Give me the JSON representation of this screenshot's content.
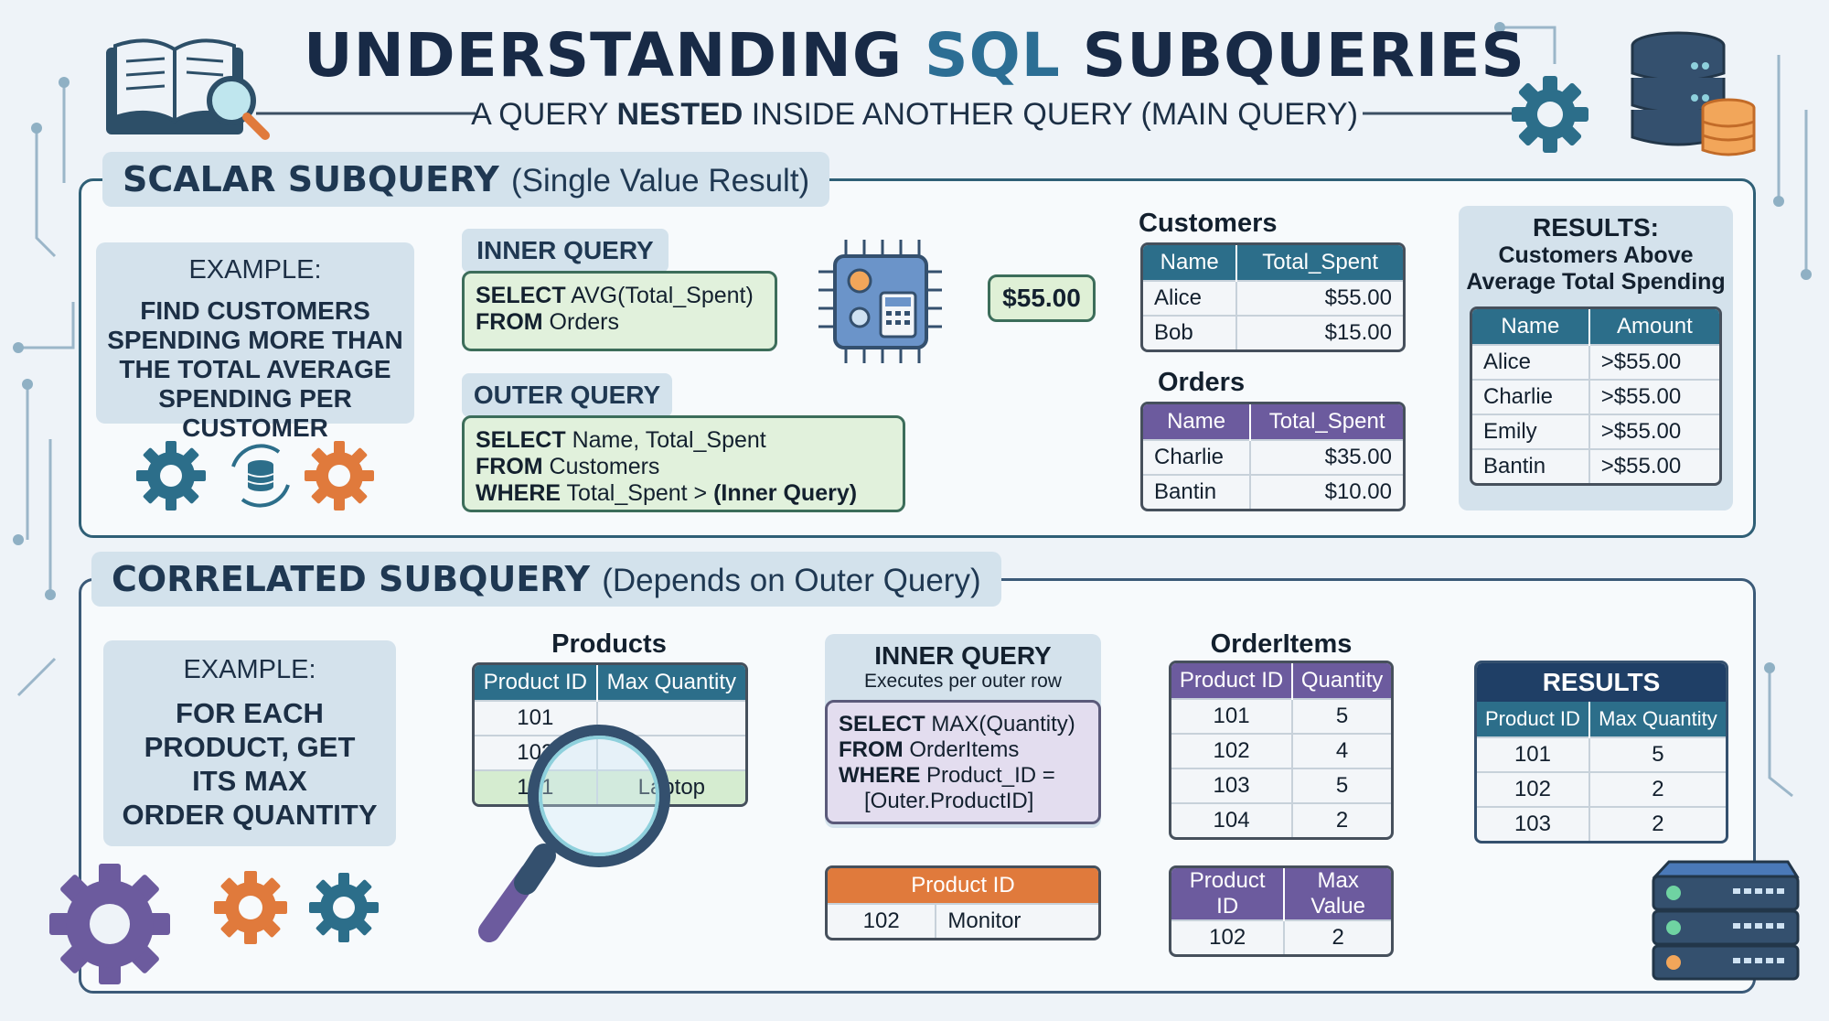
{
  "header": {
    "title_part1": "UNDERSTANDING ",
    "title_part2": "SQL",
    "title_part3": " SUBQUERIES",
    "subtitle_part1": "A QUERY ",
    "subtitle_bold": "NESTED",
    "subtitle_part2": " INSIDE ANOTHER QUERY (MAIN QUERY)"
  },
  "scalar": {
    "tab_title": "SCALAR SUBQUERY",
    "tab_sub": "(Single Value Result)",
    "example_head": "EXAMPLE:",
    "example_lines": [
      "FIND CUSTOMERS",
      "SPENDING MORE THAN",
      "THE TOTAL AVERAGE",
      "SPENDING PER CUSTOMER"
    ],
    "inner_label": "INNER QUERY",
    "inner_code": [
      {
        "kw": "SELECT",
        "rest": " AVG(Total_Spent)"
      },
      {
        "kw": "FROM",
        "rest": " Orders"
      }
    ],
    "outer_label": "OUTER QUERY",
    "outer_code": [
      {
        "kw": "SELECT",
        "rest": " Name, Total_Spent"
      },
      {
        "kw": "FROM",
        "rest": " Customers"
      },
      {
        "kw": "WHERE",
        "rest": " Total_Spent > ",
        "bold_tail": "(Inner Query)"
      }
    ],
    "result_value": "$55.00",
    "customers_title": "Customers",
    "customers_headers": [
      "Name",
      "Total_Spent"
    ],
    "customers_rows": [
      [
        "Alice",
        "$55.00"
      ],
      [
        "Bob",
        "$15.00"
      ]
    ],
    "orders_title": "Orders",
    "orders_headers": [
      "Name",
      "Total_Spent"
    ],
    "orders_rows": [
      [
        "Charlie",
        "$35.00"
      ],
      [
        "Bantin",
        "$10.00"
      ]
    ],
    "results_title": "RESULTS:",
    "results_sub1": "Customers Above",
    "results_sub2": "Average Total Spending",
    "results_headers": [
      "Name",
      "Amount"
    ],
    "results_rows": [
      [
        "Alice",
        ">$55.00"
      ],
      [
        "Charlie",
        ">$55.00"
      ],
      [
        "Emily",
        ">$55.00"
      ],
      [
        "Bantin",
        ">$55.00"
      ]
    ]
  },
  "correlated": {
    "tab_title": "CORRELATED SUBQUERY",
    "tab_sub": "(Depends on Outer Query)",
    "example_head": "EXAMPLE:",
    "example_lines": [
      "FOR EACH",
      "PRODUCT, GET",
      "ITS MAX",
      "ORDER QUANTITY"
    ],
    "products_title": "Products",
    "products_headers": [
      "Product ID",
      "Max Quantity"
    ],
    "products_rows": [
      [
        "101",
        ""
      ],
      [
        "102",
        ""
      ],
      [
        "101",
        "Laptop"
      ]
    ],
    "inner_title": "INNER QUERY",
    "inner_sub": "Executes per outer row",
    "inner_code": [
      {
        "kw": "SELECT",
        "rest": " MAX(Quantity)"
      },
      {
        "kw": "FROM",
        "rest": " OrderItems"
      },
      {
        "kw": "WHERE",
        "rest": " Product_ID ="
      },
      {
        "kw": "",
        "rest": "[Outer.ProductID]"
      }
    ],
    "orderitems_title": "OrderItems",
    "orderitems_headers": [
      "Product ID",
      "Quantity"
    ],
    "orderitems_rows": [
      [
        "101",
        "5"
      ],
      [
        "102",
        "4"
      ],
      [
        "103",
        "5"
      ],
      [
        "104",
        "2"
      ]
    ],
    "pid_header": "Product ID",
    "pid_row": [
      "102",
      "Monitor"
    ],
    "maxval_headers": [
      "Product ID",
      "Max Value"
    ],
    "maxval_row": [
      "102",
      "2"
    ],
    "results_title": "RESULTS",
    "results_headers": [
      "Product ID",
      "Max Quantity"
    ],
    "results_rows": [
      [
        "101",
        "5"
      ],
      [
        "102",
        "2"
      ],
      [
        "103",
        "2"
      ]
    ]
  },
  "colors": {
    "teal": "#2c6e8a",
    "purple": "#6c5b9e",
    "orange": "#e07a3c",
    "navy": "#1f3f66",
    "wire": "#2f7c86"
  },
  "icons": [
    "open-book-icon",
    "magnifier-icon",
    "database-icon",
    "gear-icon",
    "processor-chip-icon",
    "server-icon",
    "refresh-database-icon"
  ]
}
